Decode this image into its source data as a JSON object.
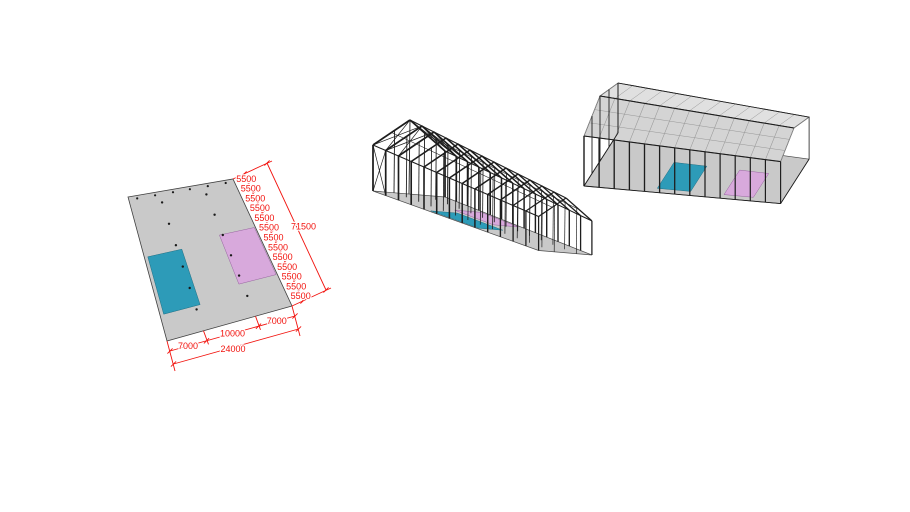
{
  "colors": {
    "background": "#ffffff",
    "dimension": "#f2130e",
    "slab": "#c9c9c9",
    "slab_edge": "#4a4a4a",
    "panel_blue": "#2d9bb8",
    "panel_blue_edge": "#1f6e83",
    "panel_purple": "#d8a9dc",
    "panel_purple_edge": "#96649e",
    "frame": "#1d1d1d",
    "roof_front": "#d4d4d4",
    "roof_back": "#e0e0e0",
    "roof_line": "#979797",
    "dot": "#1a1a1a"
  },
  "plan": {
    "bay_labels": [
      "5500",
      "5500",
      "5500",
      "5500",
      "5500",
      "5500",
      "5500",
      "5500",
      "5500",
      "5500",
      "5500",
      "5500",
      "5500"
    ],
    "total_length": "71500",
    "width_labels": [
      "7000",
      "10000",
      "7000"
    ],
    "total_width": "24000"
  }
}
